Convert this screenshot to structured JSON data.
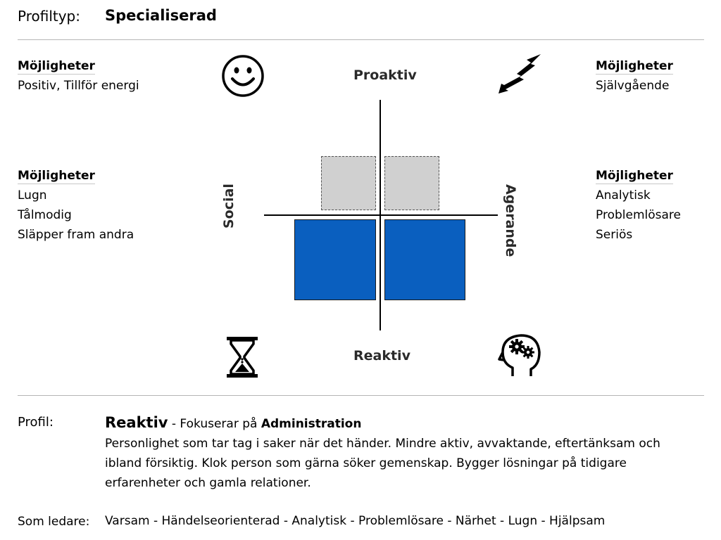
{
  "header": {
    "label": "Profiltyp:",
    "value": "Specialiserad"
  },
  "quadrants": {
    "top_left": {
      "title": "Möjligheter",
      "items": [
        "Positiv, Tillför energi"
      ]
    },
    "top_right": {
      "title": "Möjligheter",
      "items": [
        "Självgående"
      ]
    },
    "mid_left": {
      "title": "Möjligheter",
      "items": [
        "Lugn",
        "Tålmodig",
        "Släpper fram andra"
      ]
    },
    "mid_right": {
      "title": "Möjligheter",
      "items": [
        "Analytisk",
        "Problemlösare",
        "Seriös"
      ]
    }
  },
  "axes": {
    "top": "Proaktiv",
    "bottom": "Reaktiv",
    "left": "Social",
    "right": "Agerande"
  },
  "icons": {
    "top_left": "smiley-icon",
    "top_right": "lightning-icon",
    "bottom_left": "hourglass-icon",
    "bottom_right": "head-gears-icon"
  },
  "colors": {
    "primary": "#0a5fbf",
    "secondary": "#d0d0d0",
    "divider": "#b5b5b5"
  },
  "profile": {
    "label": "Profil:",
    "name": "Reaktiv",
    "focus_prefix": " - Fokuserar på ",
    "focus": "Administration",
    "description_lines": [
      "Personlighet som tar tag i saker när det händer. Mindre aktiv, avvaktande, eftertänksam och",
      "ibland försiktig. Klok person som gärna söker gemenskap. Bygger lösningar på tidigare",
      "erfarenheter och gamla relationer."
    ]
  },
  "leader": {
    "label": "Som ledare:",
    "text": "Varsam - Händelseorienterad - Analytisk - Problemlösare - Närhet - Lugn - Hjälpsam"
  }
}
